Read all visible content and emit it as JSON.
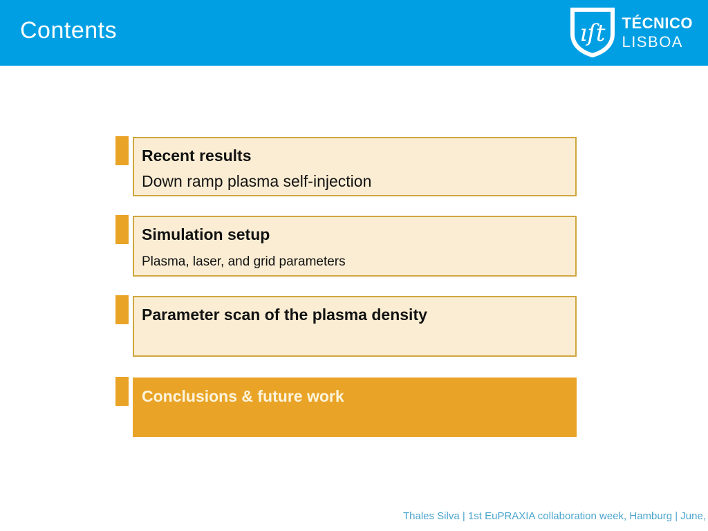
{
  "slide": {
    "title": "Contents",
    "footer": "Thales Silva | 1st EuPRAXIA collaboration week, Hamburg | June,"
  },
  "logo": {
    "monogram": "ıſt",
    "line1": "TÉCNICO",
    "line2": "LISBOA"
  },
  "toc": {
    "items": [
      {
        "title": "Recent results",
        "subtitle": "Down ramp plasma self-injection"
      },
      {
        "title": "Simulation setup",
        "subtitle": "Plasma, laser, and grid parameters"
      },
      {
        "title": "Parameter scan of the plasma density",
        "subtitle": ""
      },
      {
        "title": "Conclusions & future work",
        "subtitle": ""
      }
    ]
  },
  "colors": {
    "header_blue": "#009FE3",
    "accent_orange": "#E9A428",
    "box_cream": "#FAEDD3",
    "box_border": "#CFA63E",
    "footer_blue": "#4AA5CD",
    "conclusion_text": "#FCF4DC"
  }
}
